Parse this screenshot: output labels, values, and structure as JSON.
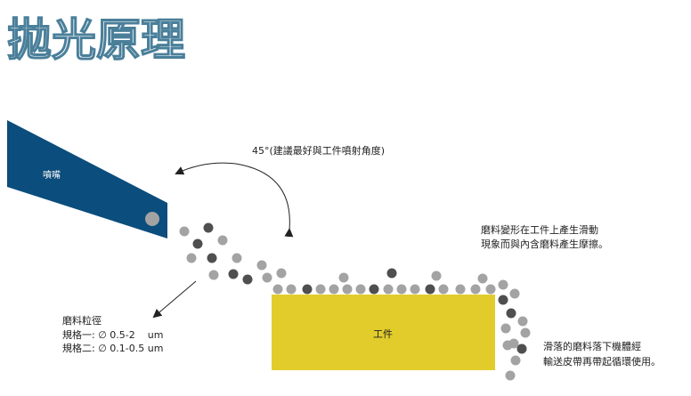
{
  "title": "拋光原理",
  "nozzle": {
    "label": "噴嘴"
  },
  "angle_note": "45°(建議最好與工件噴射角度)",
  "workpiece": {
    "label": "工件"
  },
  "abrasive_size": {
    "heading": "磨料粒徑",
    "spec1": "規格一: ∅ 0.5-2    um",
    "spec2": "規格二: ∅ 0.1-0.5 um"
  },
  "friction_note": {
    "line1": "磨料變形在工件上產生滑動",
    "line2": "現象而與內含磨料產生摩擦。"
  },
  "recycle_note": {
    "line1": "滑落的磨料落下機體經",
    "line2": "輸送皮帶再帶起循環使用。"
  },
  "colors": {
    "title_stroke": "#4a7f9a",
    "nozzle": "#0b4d7c",
    "workpiece": "#e2cc2c",
    "particle_light": "#a3a3a3",
    "particle_dark": "#4f4f4f"
  }
}
